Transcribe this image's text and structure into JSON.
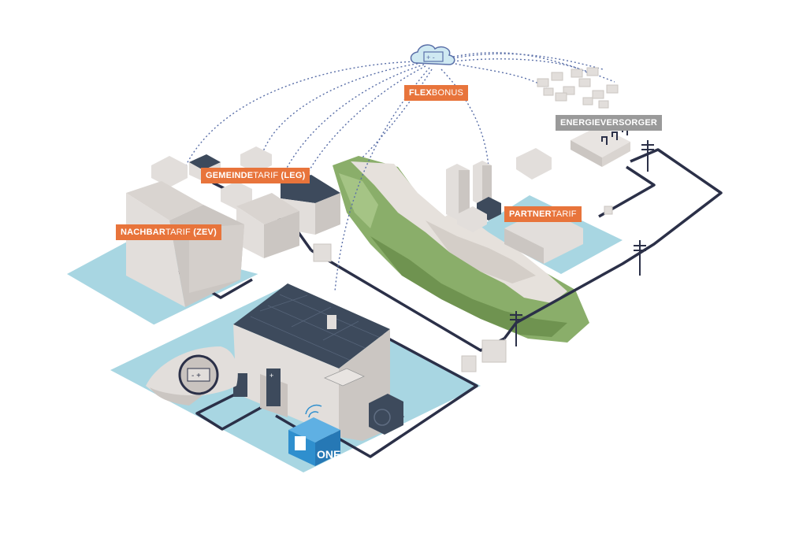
{
  "labels": {
    "flexbonus": {
      "bold": "FLEX",
      "thin": "BONUS"
    },
    "gemeindetarif": {
      "bold": "GEMEINDE",
      "thin": "TARIF",
      "suffix": " (LEG)"
    },
    "nachbartarif": {
      "bold": "NACHBAR",
      "thin": "TARIF",
      "suffix": " (ZEV)"
    },
    "partnertarif": {
      "bold": "PARTNER",
      "thin": "TARIF"
    },
    "energieversorger": "ENERGIEVERSORGER"
  },
  "hub": {
    "brand": "ONE"
  },
  "colors": {
    "accent_orange": "#e8743b",
    "tag_gray": "#9a9a9a",
    "cable": "#2b3048",
    "plot": "#a8d6e2",
    "building": "#e2dedb",
    "building_side": "#cbc6c2",
    "roof_dark": "#3d4a5c",
    "mountain_green": "#8aae6a",
    "hub_blue": "#2f8fce"
  },
  "icons": [
    "cloud-battery-icon",
    "car-battery-icon",
    "one-hub-icon",
    "heat-pump-icon",
    "power-pole-icon"
  ]
}
